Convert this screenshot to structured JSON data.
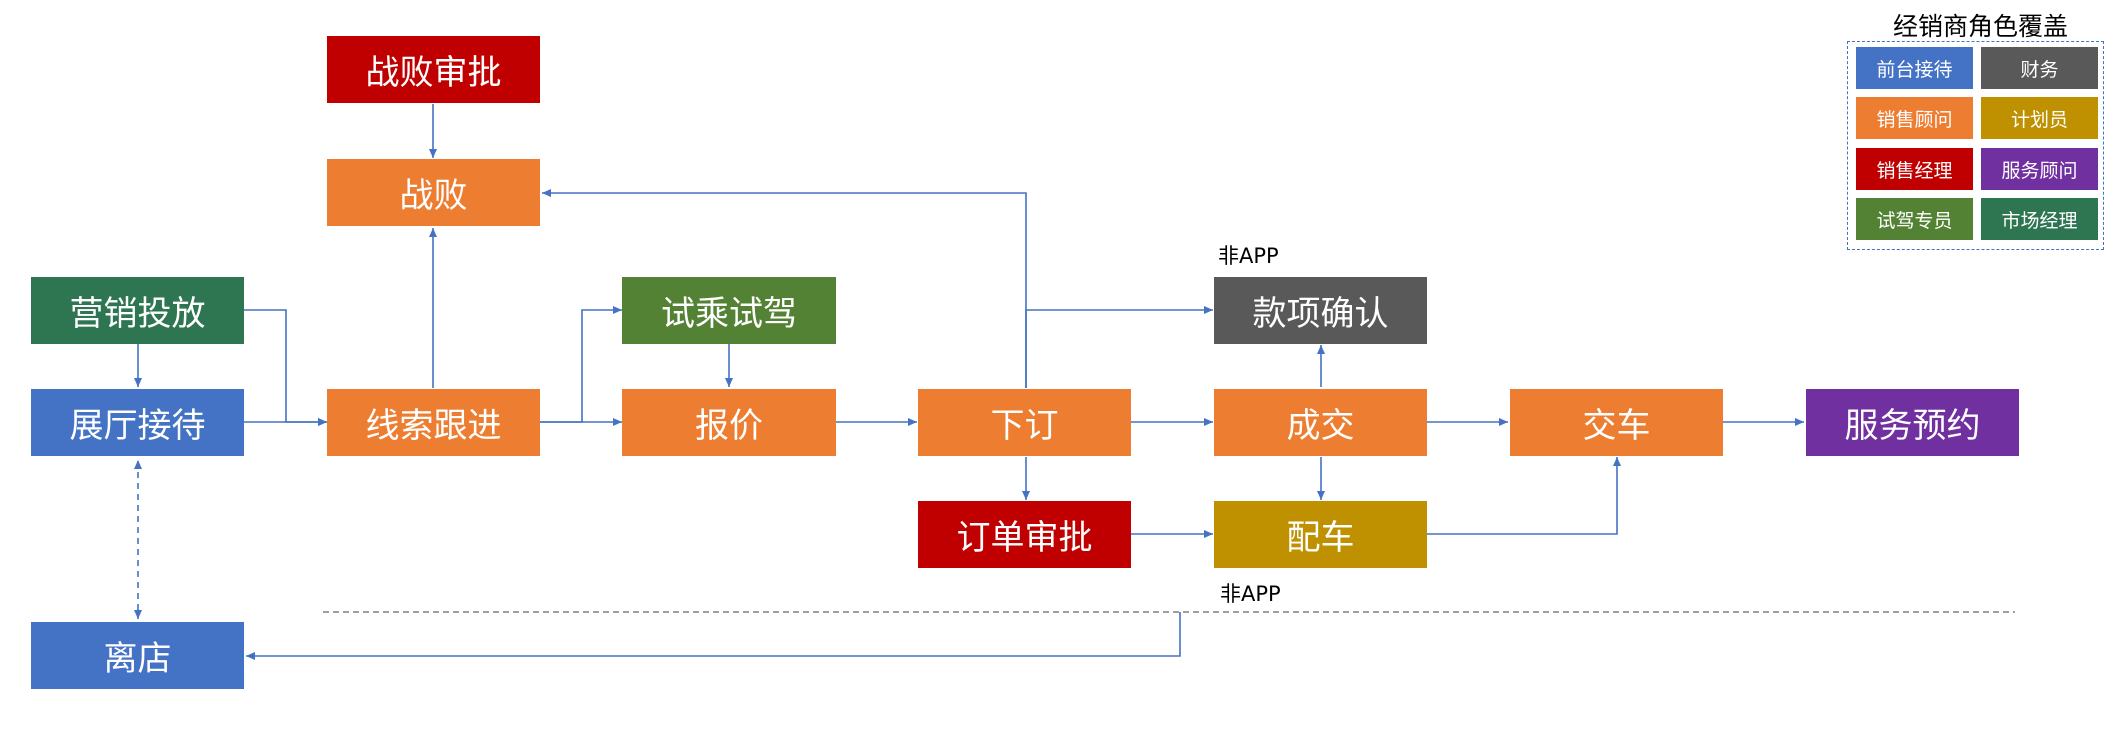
{
  "colors": {
    "blue": "#4472c4",
    "orange": "#ed7d31",
    "red": "#c00000",
    "green": "#548235",
    "darkgreen": "#2e7551",
    "gray": "#595959",
    "gold": "#bf9000",
    "purple": "#7030a0",
    "line": "#4472c4"
  },
  "nodes": {
    "zhanbai_shenpi": "战败审批",
    "zhanbai": "战败",
    "yingxiao_toufang": "营销投放",
    "zhanting_jiedai": "展厅接待",
    "xiansuo_genjin": "线索跟进",
    "shicheng_shijia": "试乘试驾",
    "baojia": "报价",
    "xiading": "下订",
    "kuanxiang_queren": "款项确认",
    "chengjiao": "成交",
    "jiaoche": "交车",
    "fuwu_yuyue": "服务预约",
    "dingdan_shenpi": "订单审批",
    "peiche": "配车",
    "lidian": "离店"
  },
  "notes": {
    "non_app_payment": "非APP",
    "non_app_leave": "非APP"
  },
  "legend": {
    "title": "经销商角色覆盖",
    "items": [
      {
        "label": "前台接待",
        "color": "blue"
      },
      {
        "label": "财务",
        "color": "gray"
      },
      {
        "label": "销售顾问",
        "color": "orange"
      },
      {
        "label": "计划员",
        "color": "gold"
      },
      {
        "label": "销售经理",
        "color": "red"
      },
      {
        "label": "服务顾问",
        "color": "purple"
      },
      {
        "label": "试驾专员",
        "color": "green"
      },
      {
        "label": "市场经理",
        "color": "darkgreen"
      }
    ]
  }
}
